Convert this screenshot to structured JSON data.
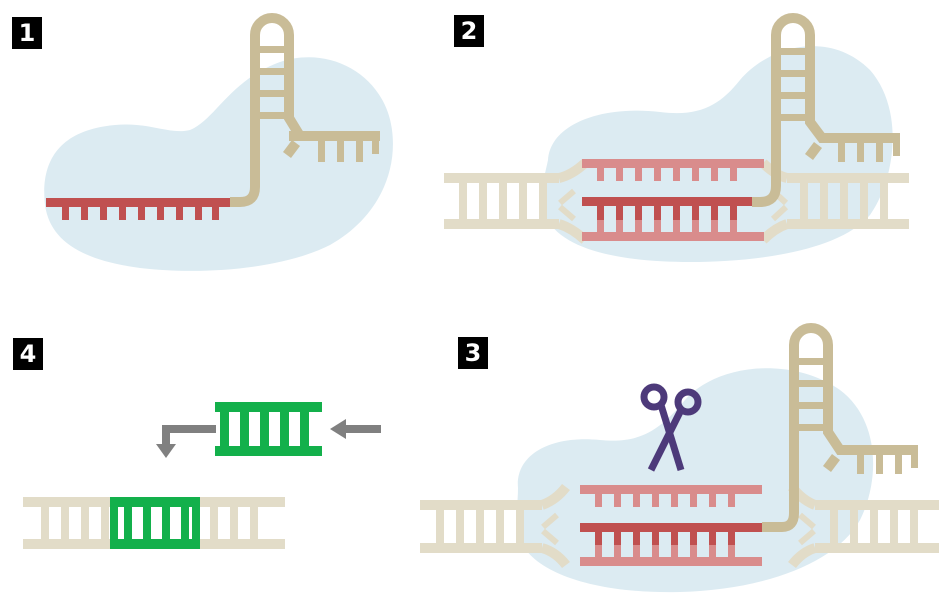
{
  "steps": [
    {
      "label": "1"
    },
    {
      "label": "2"
    },
    {
      "label": "4"
    },
    {
      "label": "3"
    }
  ],
  "colors": {
    "protein": "#dcebf2",
    "guide_rna": "#c9bc97",
    "spacer": "#c05050",
    "spacer_light": "#d98c8c",
    "dna": "#e2dcc8",
    "insert": "#13b04b",
    "arrow": "#808080",
    "scissors": "#4d3a7a"
  },
  "icons": [
    "scissors-icon",
    "arrow-left-icon",
    "arrow-down-left-icon"
  ]
}
